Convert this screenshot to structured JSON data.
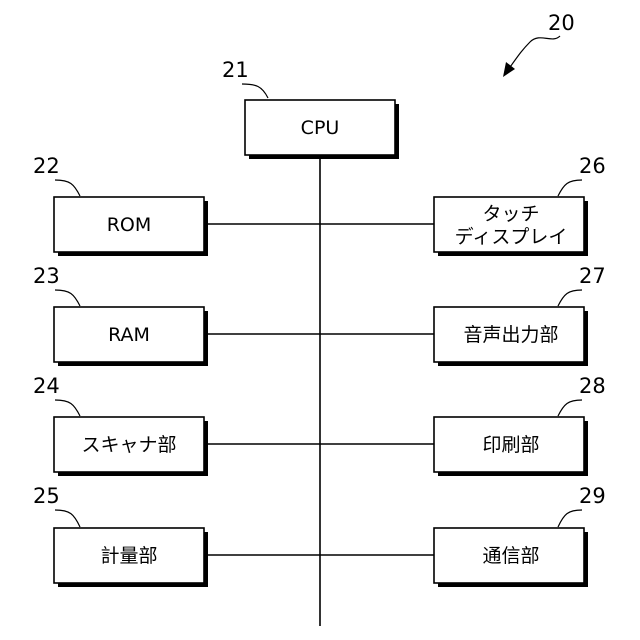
{
  "figure_ref": "20",
  "cpu": {
    "ref": "21",
    "label": "CPU"
  },
  "left_units": [
    {
      "ref": "22",
      "label": "ROM"
    },
    {
      "ref": "23",
      "label": "RAM"
    },
    {
      "ref": "24",
      "label": "スキャナ部"
    },
    {
      "ref": "25",
      "label": "計量部"
    }
  ],
  "right_units": [
    {
      "ref": "26",
      "label_lines": [
        "タッチ",
        "ディスプレイ"
      ]
    },
    {
      "ref": "27",
      "label": "音声出力部"
    },
    {
      "ref": "28",
      "label": "印刷部"
    },
    {
      "ref": "29",
      "label": "通信部"
    }
  ]
}
